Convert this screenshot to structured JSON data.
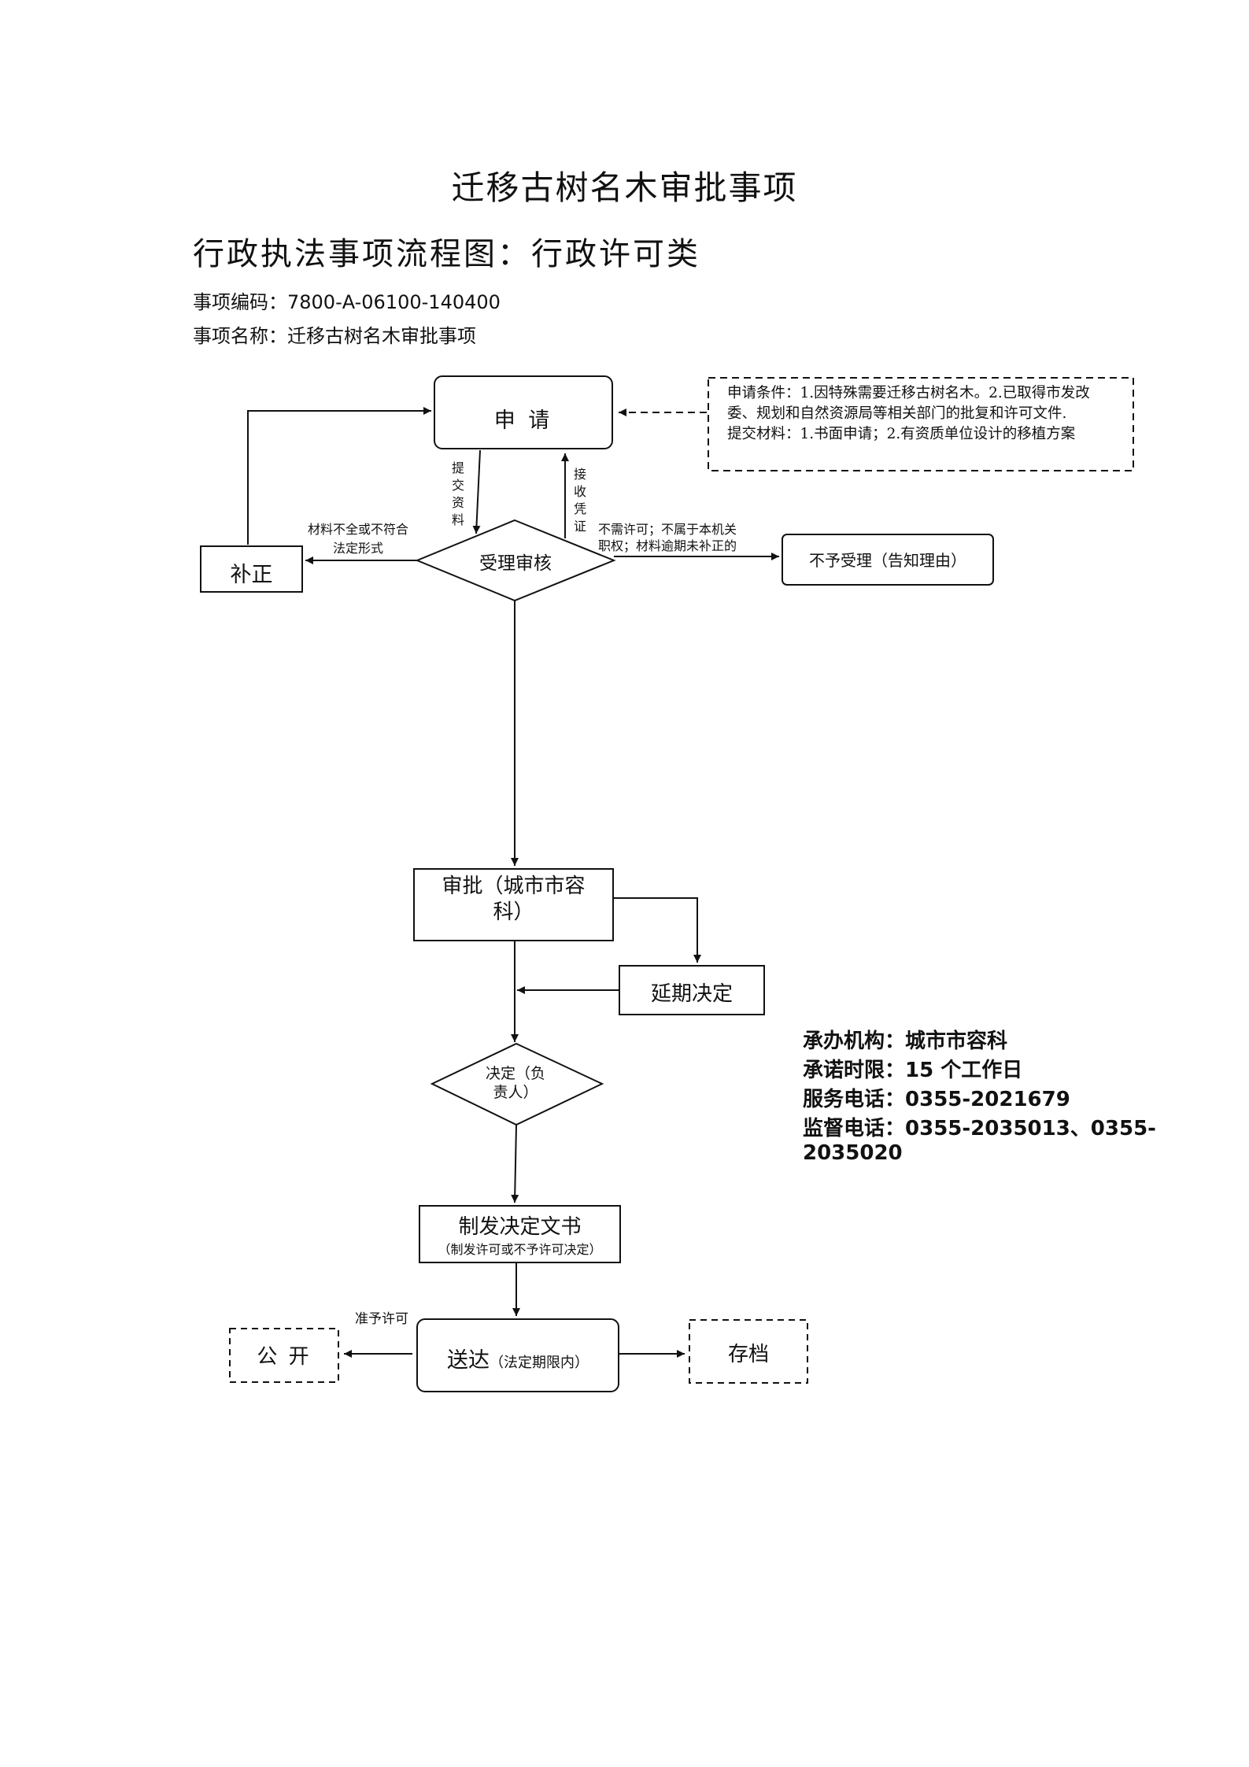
{
  "document": {
    "title": "迁移古树名木审批事项",
    "subtitle": "行政执法事项流程图：行政许可类",
    "code_label": "事项编码：",
    "code_value": "7800-A-06100-140400",
    "name_label": "事项名称：",
    "name_value": "迁移古树名木审批事项"
  },
  "flow": {
    "apply": "申  请",
    "conditions": {
      "line1": "申请条件：1.因特殊需要迁移古树名木。2.已取得市发改",
      "line2": "委、规划和自然资源局等相关部门的批复和许可文件.",
      "line3": "提交材料：1.书面申请；2.有资质单位设计的移植方案"
    },
    "submit_label": "提交资料",
    "receipt_label": "接收凭证",
    "review": "受理审核",
    "correction": "补正",
    "correction_cond_line1": "材料不全或不符合",
    "correction_cond_line2": "法定形式",
    "reject_cond_line1": "不需许可；不属于本机关",
    "reject_cond_line2": "职权；材料逾期未补正的",
    "reject": "不予受理（告知理由）",
    "approval_line1": "审批（城市市容",
    "approval_line2": "科）",
    "extension": "延期决定",
    "decision_line1": "决定（负",
    "decision_line2": "责人）",
    "issue_main": "制发决定文书",
    "issue_sub": "（制发许可或不予许可决定）",
    "deliver_main": "送达",
    "deliver_sub": "（法定期限内）",
    "grant_label": "准予许可",
    "publish": "公  开",
    "archive": "存档"
  },
  "info": {
    "agency_label": "承办机构：",
    "agency_value": "城市市容科",
    "deadline_label": "承诺时限：",
    "deadline_value": "15 个工作日",
    "service_label": "服务电话：",
    "service_value": "0355-2021679",
    "supervise_label": "监督电话：",
    "supervise_value": "0355-2035013、0355-2035020"
  }
}
